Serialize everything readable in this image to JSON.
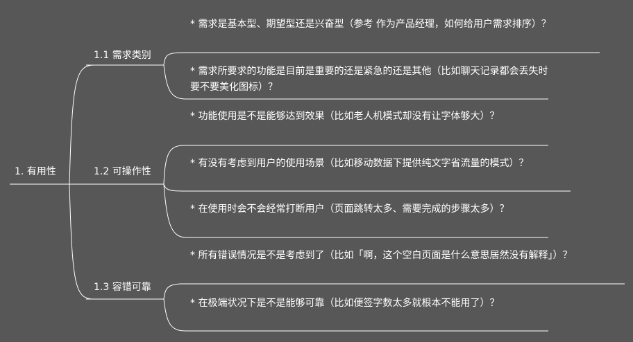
{
  "root": {
    "label": "1. 有用性"
  },
  "branches": [
    {
      "label": "1.1 需求类别",
      "leaves": [
        "* 需求是基本型、期望型还是兴奋型（参考 作为产品经理，如何给用户需求排序）？",
        "* 需求所要求的功能是目前是重要的还是紧急的还是其他（比如聊天记录都会丢失时要不要美化图标）？"
      ]
    },
    {
      "label": "1.2 可操作性",
      "leaves": [
        "* 功能使用是不是能够达到效果（比如老人机模式却没有让字体够大）？",
        "* 有没有考虑到用户的使用场景（比如移动数据下提供纯文字省流量的模式）？",
        "* 在使用时会不会经常打断用户（页面跳转太多、需要完成的步骤太多）？"
      ]
    },
    {
      "label": "1.3 容错可靠",
      "leaves": [
        "* 所有错误情况是不是考虑到了（比如「啊，这个空白页面是什么意思居然没有解释」）？",
        "* 在极端状况下是不是能够可靠（比如便签字数太多就根本不能用了）？"
      ]
    }
  ],
  "colors": {
    "background": "#575757",
    "line": "#ffffff",
    "text": "#ffffff"
  }
}
